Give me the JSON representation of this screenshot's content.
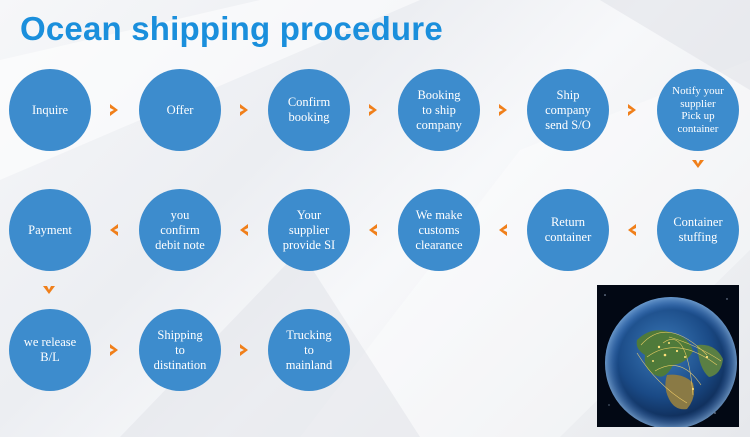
{
  "title": "Ocean shipping procedure",
  "steps": [
    {
      "label": "Inquire"
    },
    {
      "label": "Offer"
    },
    {
      "label": "Confirm\nbooking"
    },
    {
      "label": "Booking\nto ship\ncompany"
    },
    {
      "label": "Ship\ncompany\nsend S/O"
    },
    {
      "label": "Notify your\nsupplier\nPick up\ncontainer"
    },
    {
      "label": "Container\nstuffing"
    },
    {
      "label": "Return\ncontainer"
    },
    {
      "label": "We make\ncustoms\nclearance"
    },
    {
      "label": "Your\nsupplier\nprovide SI"
    },
    {
      "label": "you\nconfirm\ndebit note"
    },
    {
      "label": "Payment"
    },
    {
      "label": "we release\nB/L"
    },
    {
      "label": "Shipping\nto\ndistination"
    },
    {
      "label": "Trucking\nto\nmainland"
    }
  ],
  "colors": {
    "title": "#1a8fdc",
    "circle": "#3d8ccd",
    "arrow": "#f07f1a"
  },
  "image": {
    "description_icon": "globe-network-icon"
  }
}
